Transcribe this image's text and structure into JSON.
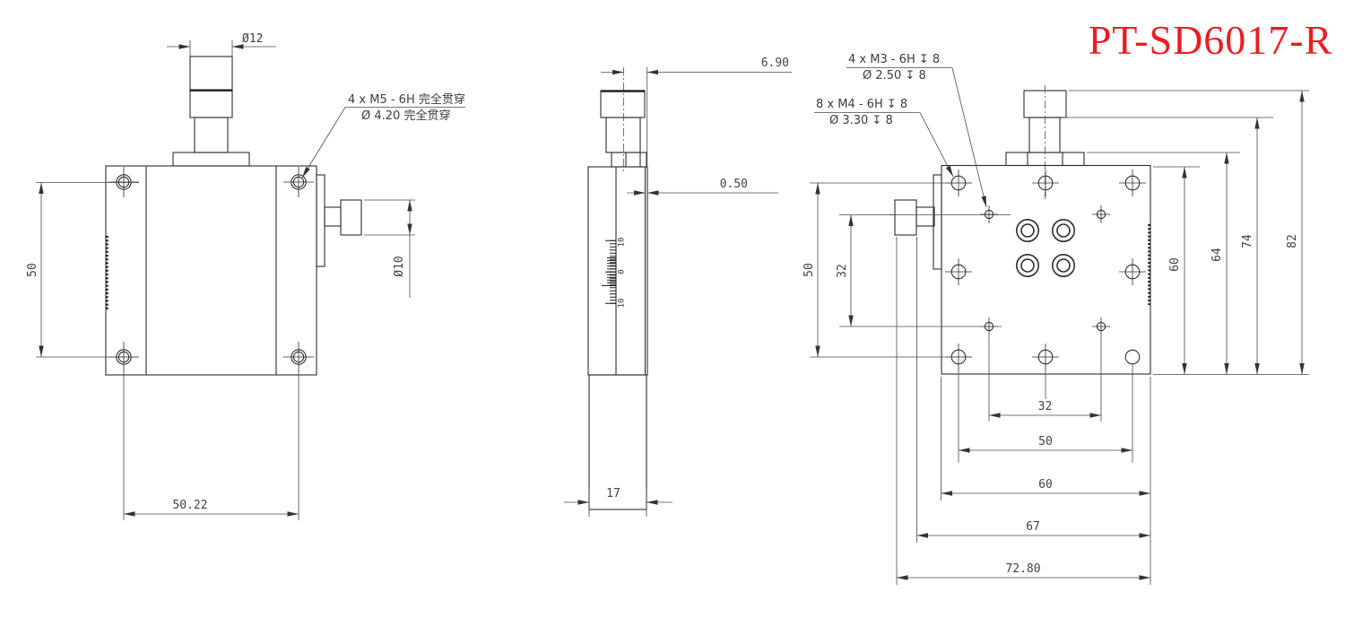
{
  "title": {
    "text": "PT-SD6017-R",
    "color": "#ED1C24"
  },
  "front_view": {
    "knob_dia": "Ø12",
    "note_l1": "4 x M5 - 6H 完全贯穿",
    "note_l2": "Ø 4.20 完全贯穿",
    "height_50": "50",
    "shaft_dia": "Ø10",
    "width_5022": "50.22"
  },
  "side_view": {
    "offset_690": "6.90",
    "gap_050": "0.50",
    "width_17": "17",
    "scale_top": "10",
    "scale_mid": "0",
    "scale_bot": "10"
  },
  "top_view": {
    "m3_l1": "4 x M3 - 6H ↧ 8",
    "m3_l2": "Ø 2.50 ↧ 8",
    "m4_l1": "8 x M4 - 6H ↧ 8",
    "m4_l2": "Ø 3.30 ↧ 8",
    "left_50": "50",
    "left_32": "32",
    "right_60": "60",
    "right_64": "64",
    "right_74": "74",
    "right_82": "82",
    "bot_32": "32",
    "bot_50": "50",
    "bot_60": "60",
    "bot_67": "67",
    "bot_7280": "72.80"
  }
}
